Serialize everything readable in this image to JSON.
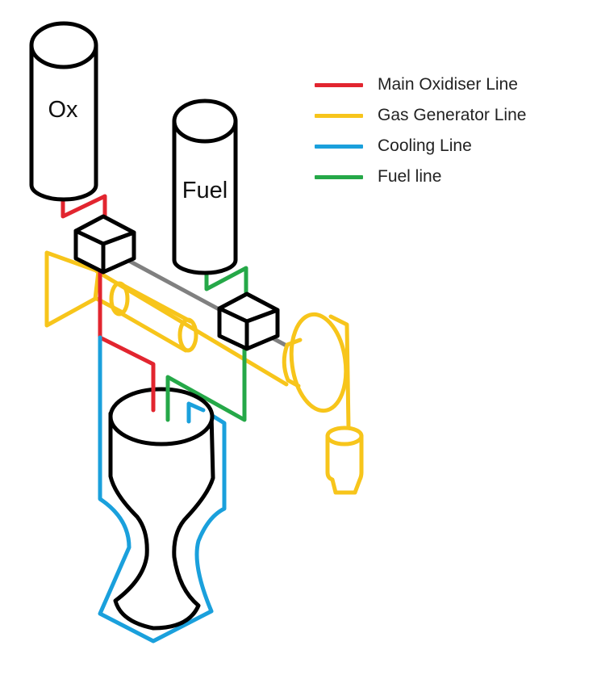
{
  "legend": {
    "items": [
      {
        "label": "Main Oxidiser Line",
        "color": "#e2252f"
      },
      {
        "label": "Gas Generator Line",
        "color": "#f7c51b"
      },
      {
        "label": "Cooling Line",
        "color": "#1aa0dc"
      },
      {
        "label": "Fuel line",
        "color": "#25a848"
      }
    ]
  },
  "tanks": {
    "ox_label": "Ox",
    "fuel_label": "Fuel"
  },
  "colors": {
    "oxidiser": "#e2252f",
    "gas_generator": "#f7c51b",
    "cooling": "#1aa0dc",
    "fuel": "#25a848",
    "shaft": "#808080",
    "outline": "#000000"
  }
}
